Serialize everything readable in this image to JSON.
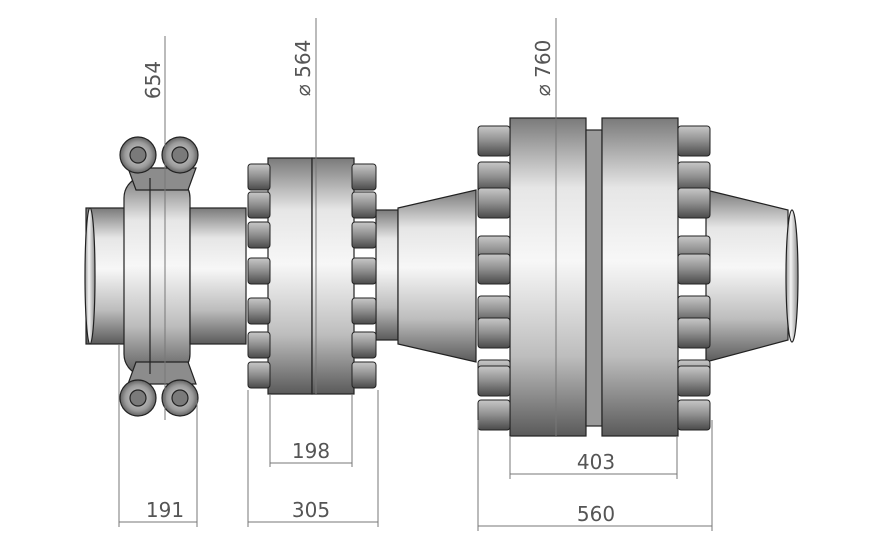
{
  "dimensions": {
    "clamp_height": "654",
    "flange_small_diameter": "⌀ 564",
    "flange_large_diameter": "⌀ 760",
    "small_flange_width": "198",
    "clamp_width": "191",
    "small_flange_overall": "305",
    "large_flange_width": "403",
    "large_flange_overall": "560"
  },
  "colors": {
    "background": "#ffffff",
    "metal_light": "#f2f2f2",
    "metal_dark": "#6a6a6a",
    "bolt_dark": "#4a4a4a",
    "bolt_light": "#bdbdbd",
    "dimension": "#777777"
  }
}
